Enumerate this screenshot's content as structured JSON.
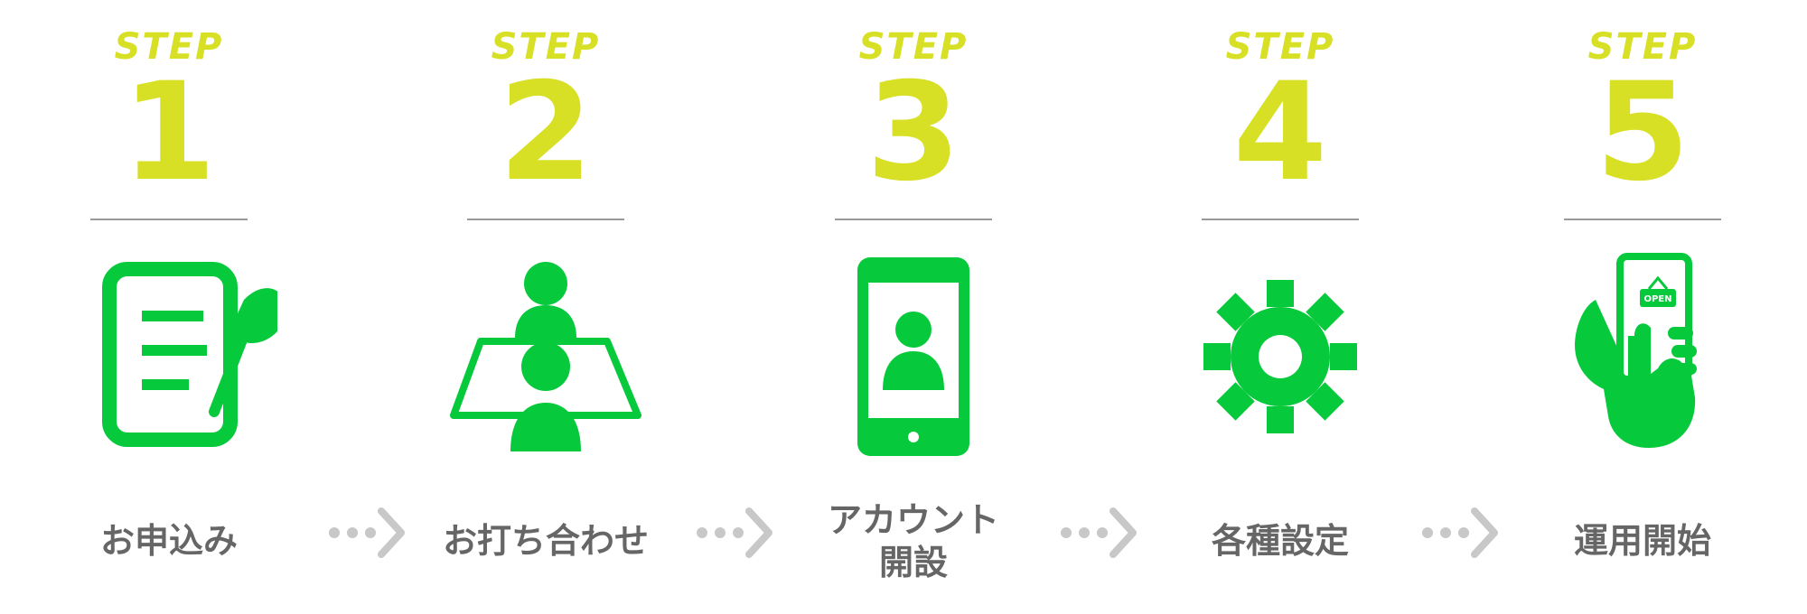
{
  "colors": {
    "accent": "#d7e024",
    "icon_green": "#07c93c",
    "label_gray": "#666666",
    "divider_gray": "#999999",
    "connector_gray": "#c8c8c8"
  },
  "steps": [
    {
      "step_word": "STEP",
      "number": "1",
      "label": "お申込み",
      "icon_name": "document-pen-icon"
    },
    {
      "step_word": "STEP",
      "number": "2",
      "label": "お打ち合わせ",
      "icon_name": "meeting-people-icon"
    },
    {
      "step_word": "STEP",
      "number": "3",
      "label_line1": "アカウント",
      "label_line2": "開設",
      "icon_name": "tablet-user-icon"
    },
    {
      "step_word": "STEP",
      "number": "4",
      "label": "各種設定",
      "icon_name": "gear-icon"
    },
    {
      "step_word": "STEP",
      "number": "5",
      "label": "運用開始",
      "icon_name": "phone-open-icon",
      "phone_sign_text": "OPEN"
    }
  ],
  "connectors": [
    {
      "icon_name": "dotted-arrow-icon"
    },
    {
      "icon_name": "dotted-arrow-icon"
    },
    {
      "icon_name": "dotted-arrow-icon"
    },
    {
      "icon_name": "dotted-arrow-icon"
    }
  ]
}
